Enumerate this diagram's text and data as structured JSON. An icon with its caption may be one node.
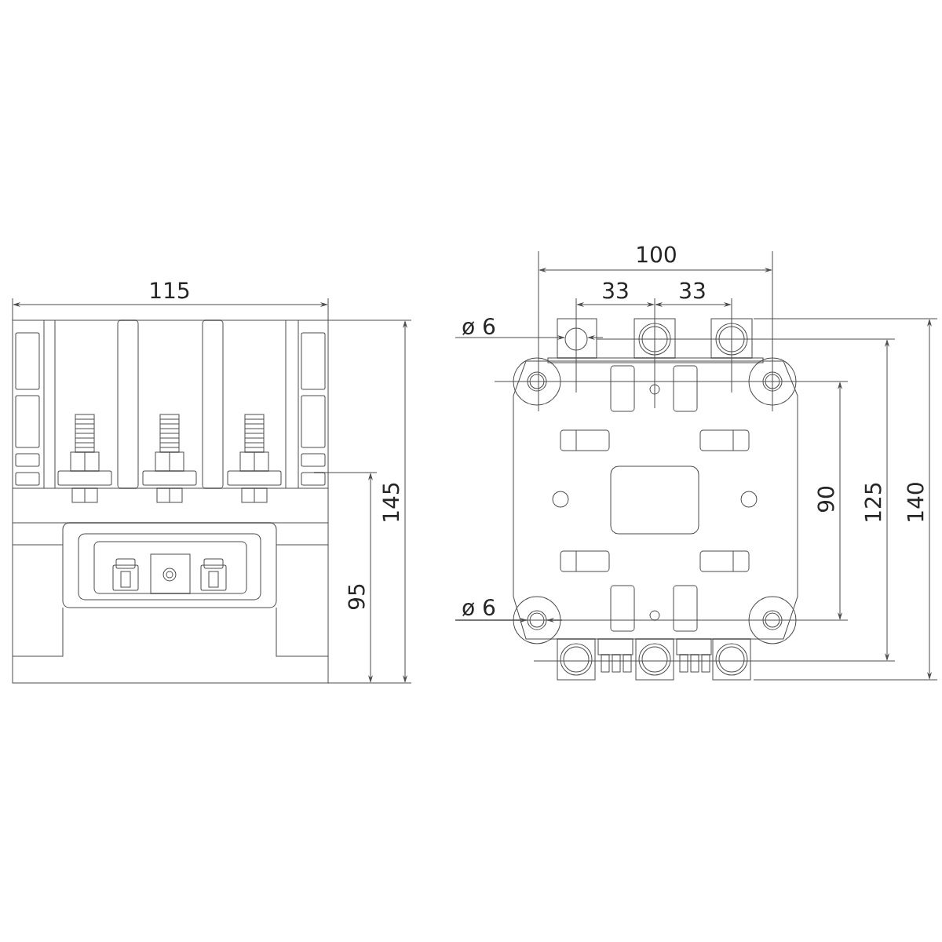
{
  "diagram": {
    "labels": [
      "115",
      "100",
      "33",
      "33",
      "ø 6",
      "145",
      "90",
      "125",
      "140",
      "95",
      "ø 6"
    ]
  }
}
